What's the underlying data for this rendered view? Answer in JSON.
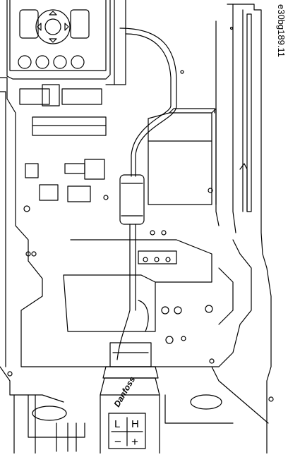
{
  "figure": {
    "reference_code": "e30bg189.11",
    "brand_label": "Danfoss",
    "connector_labels": {
      "left_top": "L",
      "right_top": "H",
      "left_bottom": "−",
      "right_bottom": "+"
    }
  }
}
